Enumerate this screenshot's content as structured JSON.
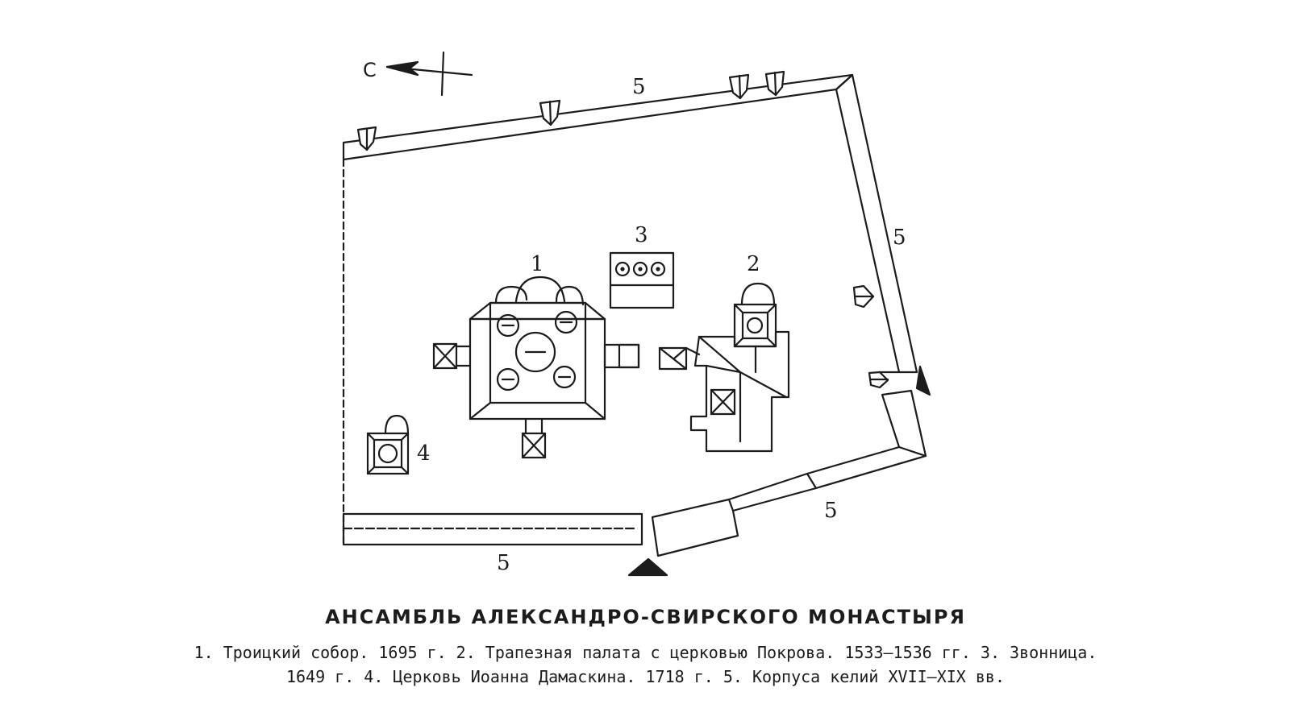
{
  "plan": {
    "north_label": "С",
    "labels": {
      "trinity_cathedral": "1",
      "refectory": "2",
      "belfry": "3",
      "church_john_damascene": "4",
      "cells_north": "5",
      "cells_east": "5",
      "cells_south": "5",
      "cells_west": "5"
    },
    "colors": {
      "ink": "#1c1c1c",
      "paper": "#ffffff"
    }
  },
  "caption": {
    "title": "АНСАМБЛЬ АЛЕКСАНДРО-СВИРСКОГО МОНАСТЫРЯ",
    "legend_line_1": "1. Троицкий собор. 1695 г. 2. Трапезная палата с церковью Покрова. 1533—1536 гг. 3. Звонница.",
    "legend_line_2": "1649 г. 4. Церковь Иоанна Дамаскина. 1718 г. 5. Корпуса келий XVII—XIX вв."
  }
}
